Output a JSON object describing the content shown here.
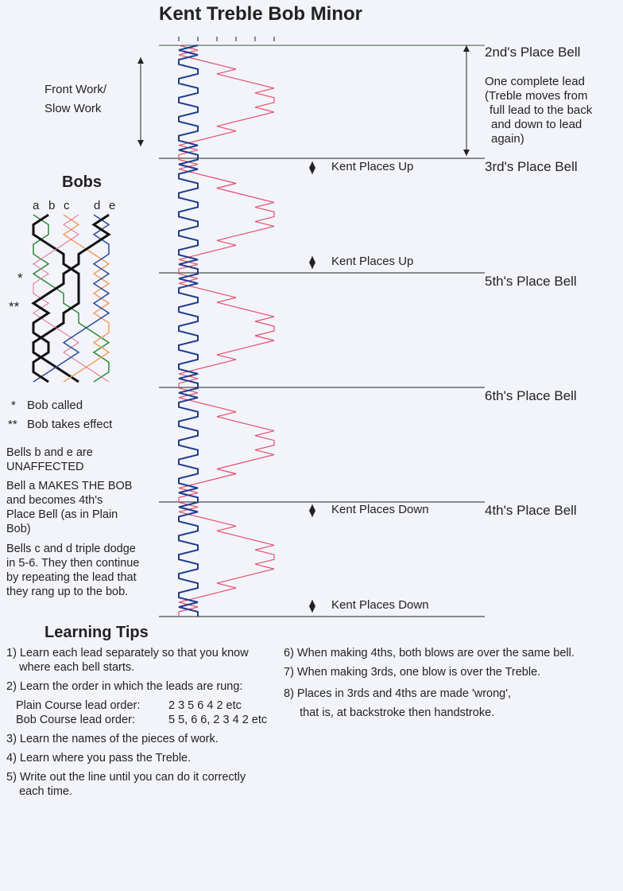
{
  "title": "Kent Treble Bob Minor",
  "left_notes": {
    "front_work": "Front Work/\nSlow Work"
  },
  "right_notes": {
    "lead_note": [
      "One complete lead",
      "(Treble moves from",
      "full lead to the back",
      "and down to lead",
      "again)"
    ]
  },
  "leads": [
    {
      "bell_label": "2nd's Place Bell",
      "kent_label": ""
    },
    {
      "bell_label": "3rd's Place Bell",
      "kent_label": "Kent Places Up"
    },
    {
      "bell_label": "5th's Place Bell",
      "kent_label": "Kent Places Up"
    },
    {
      "bell_label": "6th's Place Bell",
      "kent_label": ""
    },
    {
      "bell_label": "4th's Place Bell",
      "kent_label": "Kent Places Down"
    },
    {
      "bell_label": "",
      "kent_label": "Kent Places Down"
    }
  ],
  "bobs": {
    "heading": "Bobs",
    "letters": [
      "a",
      "b",
      "c",
      "d",
      "e"
    ],
    "star1": "*",
    "star2": "**",
    "legend": [
      {
        "mark": "*",
        "text": "Bob called"
      },
      {
        "mark": "**",
        "text": "Bob takes effect"
      }
    ],
    "notes": [
      "Bells b and e are\nUNAFFECTED",
      "Bell a MAKES THE BOB\nand becomes 4th's\nPlace Bell (as in Plain\nBob)",
      "Bells c and d triple dodge\nin 5-6. They then continue\nby repeating the lead that\nthey rang up to the bob."
    ]
  },
  "tips": {
    "heading": "Learning Tips",
    "items": [
      "1) Learn each lead separately so that you know\n    where each bell starts.",
      "2) Learn the order in which the leads are rung:",
      "3) Learn the names of the pieces of work.",
      "4) Learn where you pass the Treble.",
      "5) Write out the line until you can do it correctly\n    each time.",
      "6) When making 4ths, both blows are over the same bell.",
      "7) When making 3rds, one blow is over the Treble.",
      "8) Places in 3rds and 4ths are made 'wrong',\n     that is, at backstroke then handstroke."
    ],
    "plain_label": "Plain Course lead order:",
    "plain_value": "2 3 5 6 4 2 etc",
    "bob_label": "Bob Course lead order:",
    "bob_value": "5 5, 6 6, 2 3 4 2 etc"
  },
  "colors": {
    "work_bell": "#1f3b8c",
    "treble": "#e0506e",
    "bob_colors": [
      "#2a8a3a",
      "#111111",
      "#f0a060",
      "#e07090",
      "#2b4a9a",
      "#111111"
    ]
  }
}
